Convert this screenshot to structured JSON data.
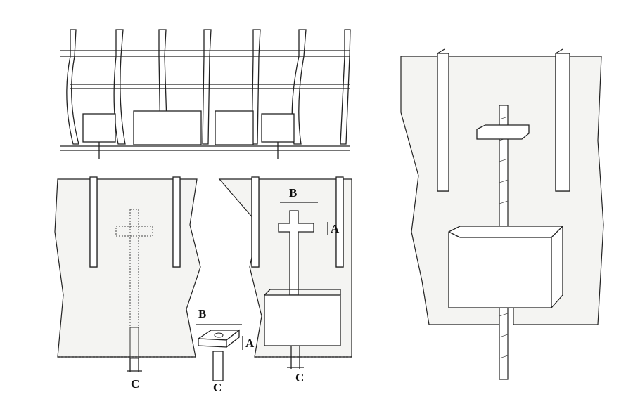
{
  "labels": {
    "left_panel": {
      "c": "C"
    },
    "middle_part": {
      "b": "B",
      "a": "A",
      "c": "C"
    },
    "right_panel": {
      "b": "B",
      "a": "A",
      "c": "C"
    }
  }
}
